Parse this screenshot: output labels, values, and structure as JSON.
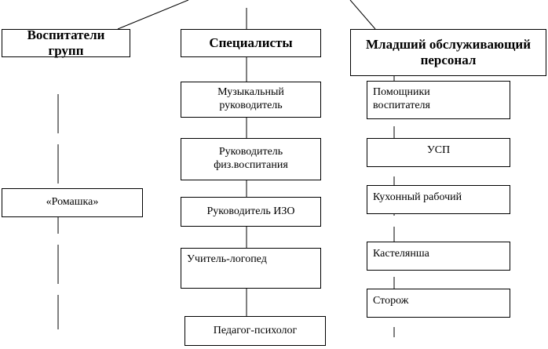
{
  "columns": {
    "groups": {
      "title": "Воспитатели\nгрупп",
      "items": [
        "«Ромашка»"
      ]
    },
    "specialists": {
      "title": "Специалисты",
      "items": [
        "Музыкальный\nруководитель",
        "Руководитель\nфиз.воспитания",
        "Руководитель ИЗО",
        "Учитель-логопед",
        "Педагог-психолог"
      ]
    },
    "junior_staff": {
      "title": "Младший обслуживающий\nперсонал",
      "items": [
        "Помощники\nвоспитателя",
        "УСП",
        "Кухонный рабочий",
        "Кастелянша",
        "Сторож"
      ]
    }
  }
}
